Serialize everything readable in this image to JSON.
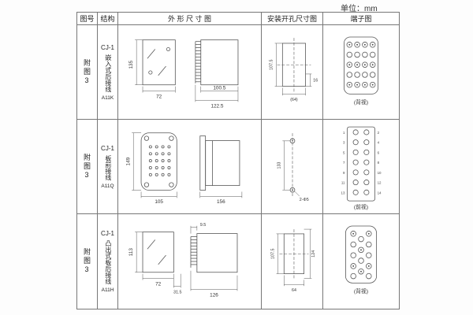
{
  "unit_label": "单位：mm",
  "headers": {
    "fig_no": "图号",
    "structure": "结构",
    "outline": "外 形 尺 寸 图",
    "mounting": "安装开孔尺寸图",
    "terminal": "端子图"
  },
  "rows": [
    {
      "fig_no": "附图3",
      "model": "CJ-1",
      "structure_name": "嵌入式后接线",
      "code": "A11K",
      "outline": {
        "h": "135",
        "w": "72",
        "d1": "100.5",
        "d2": "122.5"
      },
      "mounting": {
        "h": "107.5",
        "s": "16",
        "w": "(64)"
      },
      "terminal_label": "(背视)"
    },
    {
      "fig_no": "附图3",
      "model": "CJ-1",
      "structure_name": "板前接线",
      "code": "A11Q",
      "outline": {
        "h": "149",
        "w": "105",
        "d": "156"
      },
      "mounting": {
        "h": "133",
        "holes": "2-Φ5"
      },
      "terminal_label": "(前视)",
      "terminal_left": [
        "1",
        "3",
        "5",
        "7",
        "9",
        "11",
        "13"
      ],
      "terminal_right": [
        "2",
        "4",
        "6",
        "8",
        "10",
        "12",
        "14"
      ]
    },
    {
      "fig_no": "附图3",
      "model": "CJ-1",
      "structure_name": "凸出式板后接线",
      "code": "A11H",
      "outline": {
        "h": "113",
        "w": "72",
        "o": "31.5",
        "p": "9.5",
        "d": "126"
      },
      "mounting": {
        "h": "107.5",
        "h2": "124",
        "w": "64"
      },
      "terminal_label": "(背视)"
    }
  ]
}
